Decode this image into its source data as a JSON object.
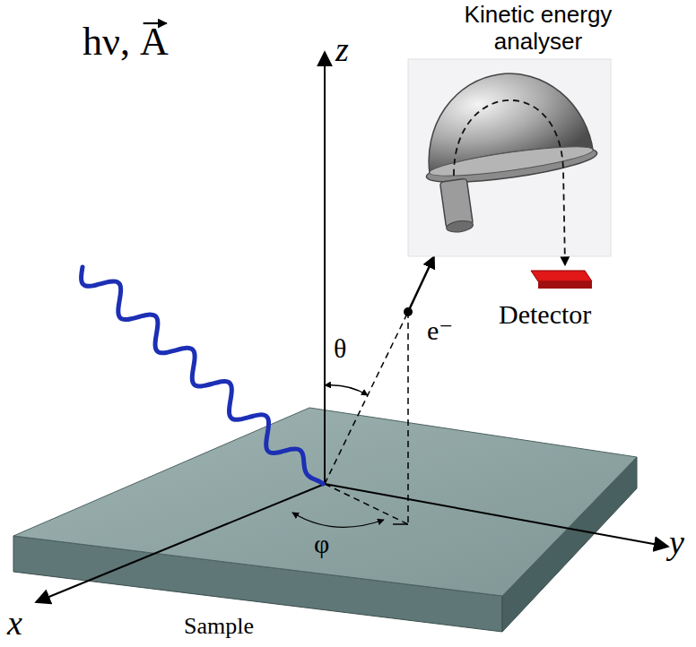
{
  "diagram": {
    "labels": [
      "Kinetic energy analyser",
      "hν, A",
      "z",
      "θ",
      "e⁻",
      "Detector",
      "φ",
      "y",
      "x",
      "Sample"
    ]
  }
}
